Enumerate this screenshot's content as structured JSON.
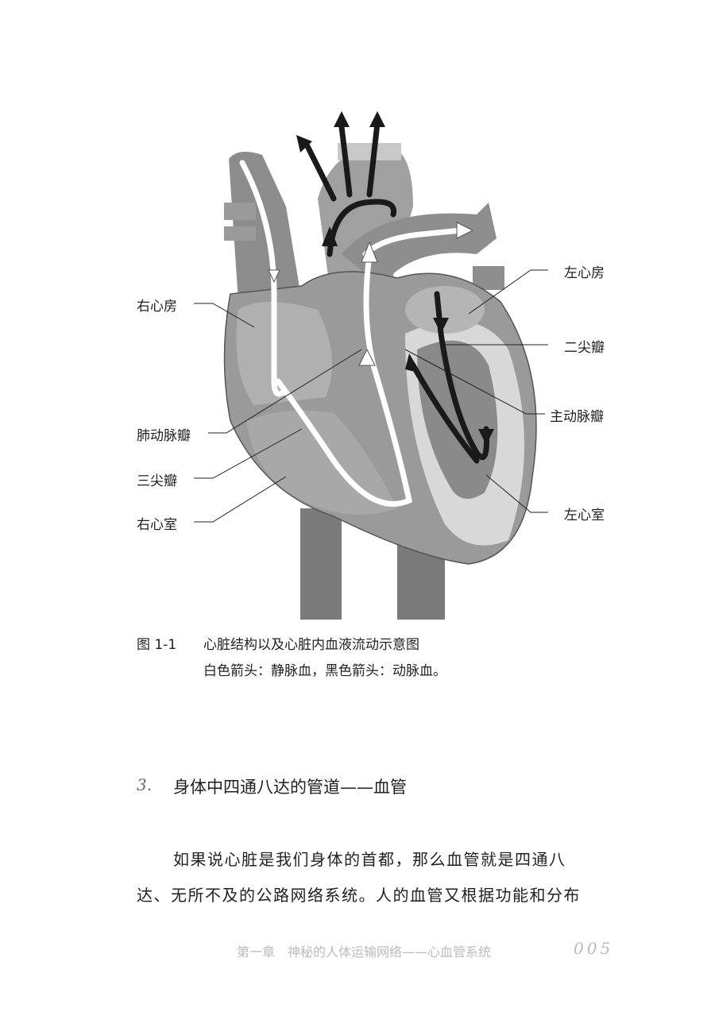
{
  "figure": {
    "labels": {
      "right_atrium": "右心房",
      "pulmonary_valve": "肺动脉瓣",
      "tricuspid_valve": "三尖瓣",
      "right_ventricle": "右心室",
      "left_atrium": "左心房",
      "mitral_valve": "二尖瓣",
      "aortic_valve": "主动脉瓣",
      "left_ventricle": "左心室"
    },
    "caption_number": "图 1-1",
    "caption_title": "心脏结构以及心脏内血液流动示意图",
    "caption_note": "白色箭头：静脉血，黑色箭头：动脉血。"
  },
  "section": {
    "number": "3.",
    "title": "身体中四通八达的管道——血管"
  },
  "paragraph": {
    "line1": "如果说心脏是我们身体的首都，那么血管就是四通八",
    "line2": "达、无所不及的公路网络系统。人的血管又根据功能和分布"
  },
  "footer": {
    "running_title": "第一章　神秘的人体运输网络——心血管系统",
    "page_number": "005"
  }
}
